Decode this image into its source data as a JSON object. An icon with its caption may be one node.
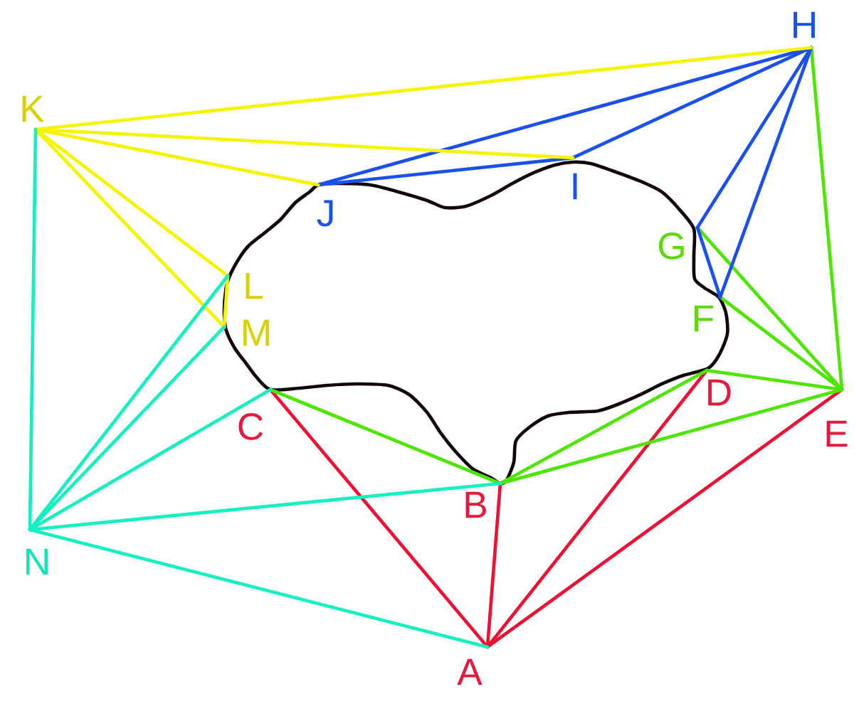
{
  "diagram": {
    "nodes": [
      {
        "text": [
          "A"
        ]
      },
      {
        "text": [
          "B"
        ]
      },
      {
        "text": [
          "C"
        ]
      },
      {
        "text": [
          "D"
        ]
      },
      {
        "text": [
          "E"
        ]
      },
      {
        "text": [
          "F"
        ]
      },
      {
        "text": [
          "G"
        ]
      },
      {
        "text": [
          "H"
        ]
      },
      {
        "text": [
          "I"
        ]
      },
      {
        "text": [
          "J"
        ]
      },
      {
        "text": [
          "K"
        ]
      },
      {
        "text": [
          "L"
        ]
      },
      {
        "text": [
          "M"
        ]
      },
      {
        "text": [
          "N"
        ]
      }
    ],
    "edges": [
      {
        "from": 0,
        "to": 2,
        "arrow": "none",
        "color": "#ee1133"
      },
      {
        "from": 0,
        "to": 1,
        "arrow": "none",
        "color": "#ee1133"
      },
      {
        "from": 0,
        "to": 3,
        "arrow": "none",
        "color": "#ee1133"
      },
      {
        "from": 0,
        "to": 4,
        "arrow": "none",
        "color": "#ee1133"
      },
      {
        "from": 2,
        "to": 1,
        "arrow": "none",
        "color": "#4ce600"
      },
      {
        "from": 1,
        "to": 3,
        "arrow": "none",
        "color": "#4ce600"
      },
      {
        "from": 1,
        "to": 4,
        "arrow": "none",
        "color": "#4ce600"
      },
      {
        "from": 3,
        "to": 4,
        "arrow": "none",
        "color": "#4ce600"
      },
      {
        "from": 6,
        "to": 4,
        "arrow": "none",
        "color": "#4ce600"
      },
      {
        "from": 5,
        "to": 4,
        "arrow": "none",
        "color": "#4ce600"
      },
      {
        "from": 7,
        "to": 4,
        "arrow": "none",
        "color": "#4ce600"
      },
      {
        "from": 7,
        "to": 9,
        "arrow": "none",
        "color": "#1a4ff0"
      },
      {
        "from": 9,
        "to": 8,
        "arrow": "none",
        "color": "#1a4ff0"
      },
      {
        "from": 8,
        "to": 7,
        "arrow": "none",
        "color": "#1a4ff0"
      },
      {
        "from": 7,
        "to": 6,
        "arrow": "none",
        "color": "#1a4ff0"
      },
      {
        "from": 7,
        "to": 5,
        "arrow": "none",
        "color": "#1a4ff0"
      },
      {
        "from": 6,
        "to": 5,
        "arrow": "none",
        "color": "#1a4ff0"
      },
      {
        "from": 10,
        "to": 7,
        "arrow": "none",
        "color": "#f5f500"
      },
      {
        "from": 10,
        "to": 8,
        "arrow": "none",
        "color": "#f5f500"
      },
      {
        "from": 10,
        "to": 9,
        "arrow": "none",
        "color": "#f5f500"
      },
      {
        "from": 10,
        "to": 11,
        "arrow": "none",
        "color": "#f5f500"
      },
      {
        "from": 10,
        "to": 12,
        "arrow": "none",
        "color": "#f5f500"
      },
      {
        "from": 11,
        "to": 12,
        "arrow": "none",
        "color": "#f5f500"
      },
      {
        "from": 10,
        "to": 13,
        "arrow": "none",
        "color": "#14f0c0"
      },
      {
        "from": 13,
        "to": 11,
        "arrow": "none",
        "color": "#14f0c0"
      },
      {
        "from": 13,
        "to": 12,
        "arrow": "none",
        "color": "#14f0c0"
      },
      {
        "from": 13,
        "to": 2,
        "arrow": "none",
        "color": "#14f0c0"
      },
      {
        "from": 13,
        "to": 1,
        "arrow": "none",
        "color": "#14f0c0"
      },
      {
        "from": 13,
        "to": 0,
        "arrow": "none",
        "color": "#14f0c0"
      }
    ]
  }
}
